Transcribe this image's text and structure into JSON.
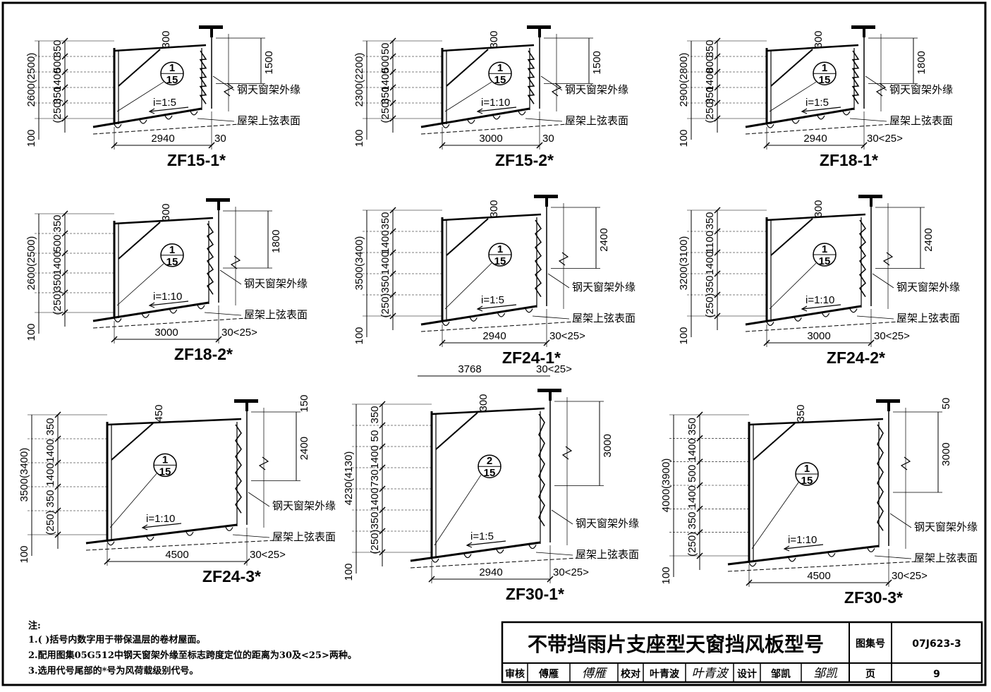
{
  "panels": [
    {
      "model": "ZF15-1*",
      "span": "2940",
      "total_h": "2600(2500)",
      "segments": [
        "350",
        "500",
        "1400",
        "350",
        "(250)"
      ],
      "bottom": "100",
      "top_offset": "300",
      "right_h": "1500",
      "slope": "i=1:5",
      "edge": "30",
      "detail": {
        "num": "1",
        "sheet": "15"
      },
      "label_frame": "钢天窗架外缘",
      "label_truss": "屋架上弦表面"
    },
    {
      "model": "ZF15-2*",
      "span": "3000",
      "total_h": "2300(2200)",
      "segments": [
        "50",
        "500",
        "1400",
        "350",
        "(250)"
      ],
      "bottom": "100",
      "top_offset": "300",
      "right_h": "1500",
      "slope": "i=1:10",
      "edge": "30",
      "detail": {
        "num": "1",
        "sheet": "15"
      },
      "label_frame": "钢天窗架外缘",
      "label_truss": "屋架上弦表面"
    },
    {
      "model": "ZF18-1*",
      "span": "2940",
      "total_h": "2900(2800)",
      "segments": [
        "350",
        "800",
        "1400",
        "350",
        "(250)"
      ],
      "bottom": "100",
      "top_offset": "300",
      "right_h": "1800",
      "slope": "i=1:5",
      "edge": "30<25>",
      "detail": {
        "num": "1",
        "sheet": "15"
      },
      "label_frame": "钢天窗架外缘",
      "label_truss": "屋架上弦表面"
    },
    {
      "model": "ZF18-2*",
      "span": "3000",
      "total_h": "2600(2500)",
      "segments": [
        "350",
        "500",
        "1400",
        "350",
        "(250)"
      ],
      "bottom": "100",
      "top_offset": "300",
      "right_h": "1800",
      "slope": "i=1:10",
      "edge": "30<25>",
      "detail": {
        "num": "1",
        "sheet": "15"
      },
      "label_frame": "钢天窗架外缘",
      "label_truss": "屋架上弦表面"
    },
    {
      "model": "ZF24-1*",
      "span": "2940",
      "total_h": "3500(3400)",
      "segments": [
        "350",
        "1400",
        "1400",
        "350",
        "(250)"
      ],
      "bottom": "100",
      "top_offset": "300",
      "right_h": "2400",
      "slope": "i=1:5",
      "edge": "30<25>",
      "detail": {
        "num": "1",
        "sheet": "15"
      },
      "label_frame": "钢天窗架外缘",
      "label_truss": "屋架上弦表面"
    },
    {
      "model": "ZF24-2*",
      "span": "3000",
      "total_h": "3200(3100)",
      "segments": [
        "350",
        "1100",
        "1400",
        "350",
        "(250)"
      ],
      "bottom": "100",
      "top_offset": "300",
      "right_h": "2400",
      "slope": "i=1:10",
      "edge": "30<25>",
      "detail": {
        "num": "1",
        "sheet": "15"
      },
      "label_frame": "钢天窗架外缘",
      "label_truss": "屋架上弦表面"
    },
    {
      "model": "ZF24-3*",
      "span": "4500",
      "total_h": "3500(3400)",
      "segments": [
        "350",
        "1400",
        "1400",
        "350",
        "(250)"
      ],
      "bottom": "100",
      "top_offset": "450",
      "right_h": "2400",
      "right_top": "150",
      "slope": "i=1:10",
      "edge": "30<25>",
      "detail": {
        "num": "1",
        "sheet": "15"
      },
      "label_frame": "钢天窗架外缘",
      "label_truss": "屋架上弦表面"
    },
    {
      "model": "ZF30-1*",
      "span": "2940",
      "top_span": "3768",
      "top_edge": "30<25>",
      "total_h": "4230(4130)",
      "segments": [
        "350",
        "50",
        "1400",
        "730",
        "1400",
        "350",
        "(250)"
      ],
      "bottom": "100",
      "top_offset": "300",
      "right_h": "3000",
      "slope": "i=1:5",
      "edge": "30<25>",
      "detail": {
        "num": "2",
        "sheet": "15"
      },
      "label_frame": "钢天窗架外缘",
      "label_truss": "屋架上弦表面"
    },
    {
      "model": "ZF30-3*",
      "span": "4500",
      "total_h": "4000(3900)",
      "segments": [
        "350",
        "1400",
        "500",
        "1400",
        "350",
        "(250)"
      ],
      "bottom": "100",
      "top_offset": "350",
      "right_h": "3000",
      "right_top": "50",
      "slope": "i=1:10",
      "edge": "30<25>",
      "detail": {
        "num": "1",
        "sheet": "15"
      },
      "label_frame": "钢天窗架外缘",
      "label_truss": "屋架上弦表面"
    }
  ],
  "notes": {
    "heading": "注:",
    "items": [
      "1.( )括号内数字用于带保温层的卷材屋面。",
      "2.配用图集05G512中钢天窗架外缘至标志跨度定位的距离为30及<25>两种。",
      "3.选用代号尾部的*号为风荷载级别代号。"
    ]
  },
  "title_block": {
    "title": "不带挡雨片支座型天窗挡风板型号",
    "atlas_label": "图集号",
    "atlas_no": "07J623-3",
    "review_label": "审核",
    "reviewer": "傅雁",
    "reviewer_sig": "傅雁",
    "check_label": "校对",
    "checker": "叶青波",
    "checker_sig": "叶青波",
    "design_label": "设计",
    "designer": "邹凯",
    "designer_sig": "邹凯",
    "page_label": "页",
    "page_no": "9"
  }
}
